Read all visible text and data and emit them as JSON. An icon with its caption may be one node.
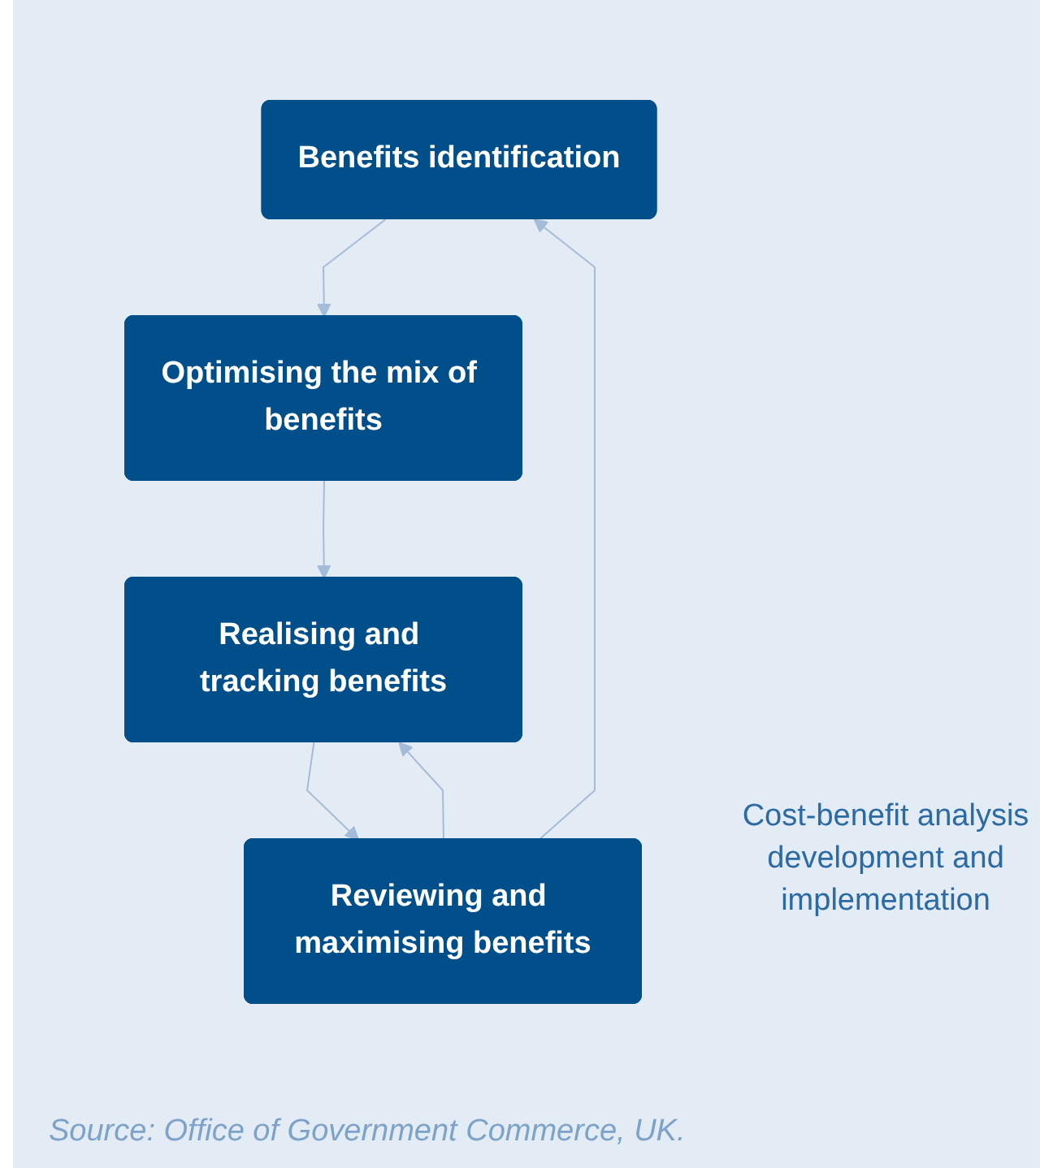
{
  "diagram": {
    "caption": "Source: Office of Government Commerce, UK.",
    "nodes": [
      {
        "text": [
          "Benefits identification"
        ]
      },
      {
        "text": [
          "Optimising the mix of benefits"
        ]
      },
      {
        "text": [
          "Realising and tracking benefits"
        ]
      },
      {
        "text": [
          "Reviewing and maximising benefits"
        ]
      }
    ],
    "edges": [
      {
        "from": 0,
        "to": 1,
        "arrow": "to"
      },
      {
        "from": 1,
        "to": 2,
        "arrow": "to"
      },
      {
        "from": 2,
        "to": 3,
        "arrow": "to"
      },
      {
        "from": 3,
        "to": 2,
        "arrow": "to"
      },
      {
        "from": 3,
        "to": 0,
        "arrow": "to"
      }
    ],
    "labels": [
      "Cost-benefit analysis development and implementation"
    ]
  }
}
